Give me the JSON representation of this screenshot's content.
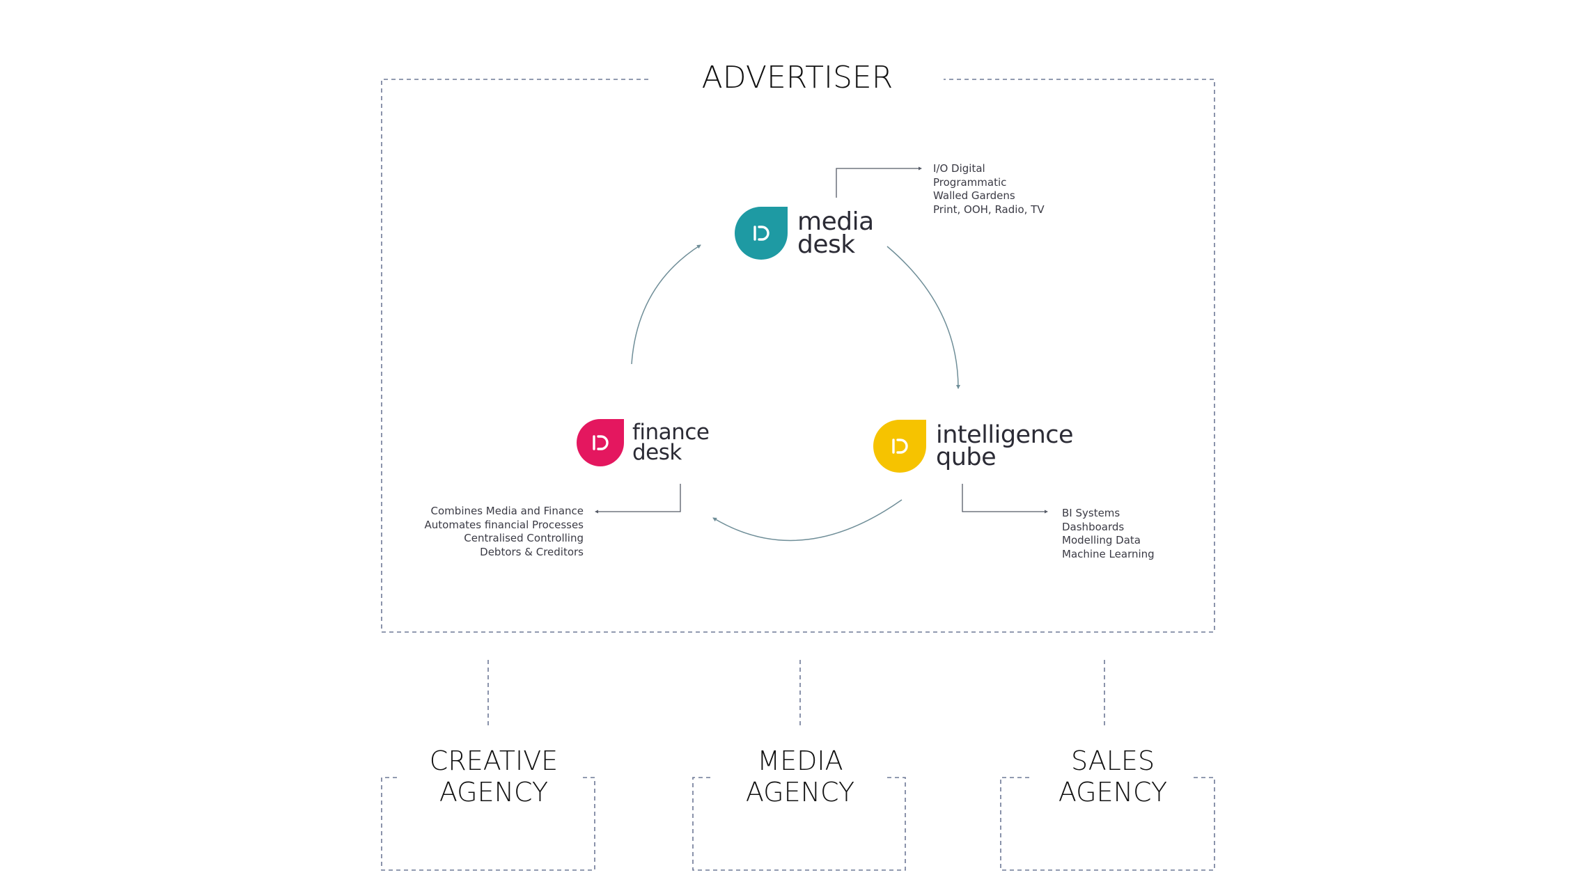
{
  "advertiser": {
    "title": "ADVERTISER"
  },
  "products": {
    "media_desk": {
      "line1": "media",
      "line2": "desk",
      "color": "#1e9aa3"
    },
    "finance_desk": {
      "line1": "finance",
      "line2": "desk",
      "color": "#e4175f"
    },
    "intelligence_qube": {
      "line1": "intelligence",
      "line2": "qube",
      "color": "#f6c300"
    }
  },
  "notes": {
    "media_desk": [
      "I/O Digital",
      "Programmatic",
      "Walled Gardens",
      "Print, OOH, Radio, TV"
    ],
    "finance_desk": [
      "Combines Media and Finance",
      "Automates financial Processes",
      "Centralised Controlling",
      "Debtors & Creditors"
    ],
    "intelligence_qube": [
      "BI Systems",
      "Dashboards",
      "Modelling Data",
      "Machine Learning"
    ]
  },
  "agencies": {
    "creative": {
      "line1": "CREATIVE",
      "line2": "AGENCY"
    },
    "media": {
      "line1": "MEDIA",
      "line2": "AGENCY"
    },
    "sales": {
      "line1": "SALES",
      "line2": "AGENCY"
    }
  },
  "colors": {
    "dash": "#6d7896",
    "arrow": "#6f8e98",
    "connector": "#555a66"
  }
}
